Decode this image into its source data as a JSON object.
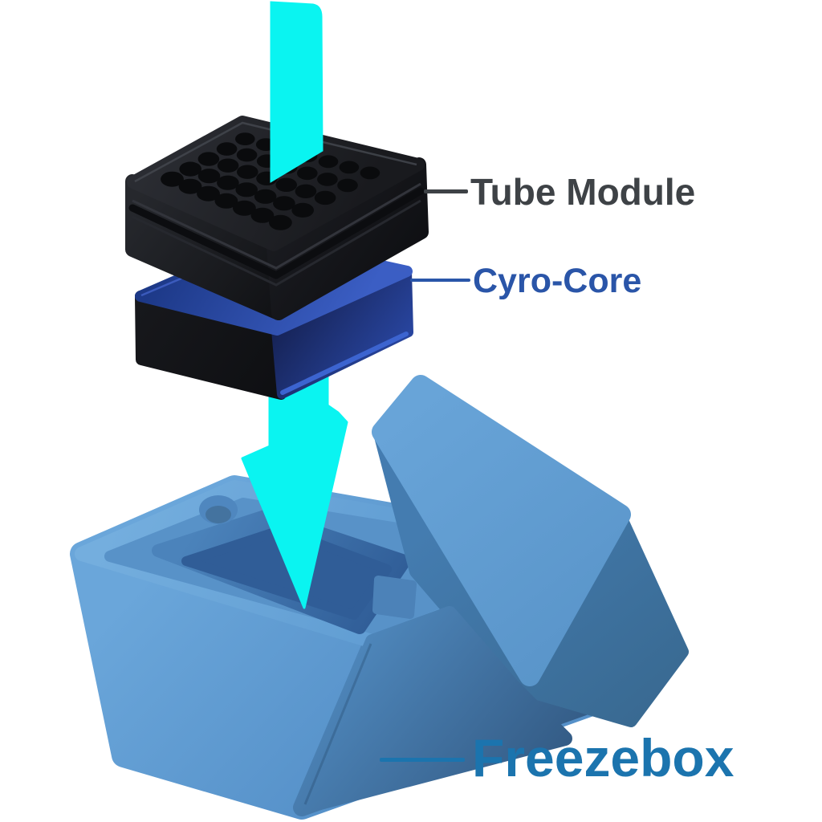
{
  "diagram": {
    "background_color": "#ffffff",
    "labels": {
      "tube_module": {
        "text": "Tube Module",
        "color": "#3e4246"
      },
      "cyro_core": {
        "text": "Cyro-Core",
        "color": "#2a55a8"
      },
      "freezebox": {
        "text": "Freezebox",
        "color": "#1b74ae"
      }
    },
    "leader_lines": {
      "tube_module": {
        "color": "#3e4246"
      },
      "cyro_core": {
        "color": "#2a56a9"
      },
      "freezebox": {
        "color": "#1b74ae"
      }
    },
    "arrows": {
      "name": "insert-direction-arrow",
      "color": "#0af4f1",
      "count": 2
    },
    "components": {
      "tube_module": {
        "body_color": "#1d1f23",
        "hole_grid": {
          "rows": 5,
          "cols": 7,
          "hole_color": "#0a0b0d"
        }
      },
      "cyro_core": {
        "top_color": "#26449c",
        "front_color": "#16171b",
        "side_color": "#1b2f74",
        "edge_highlight_color": "#3c64d0"
      },
      "freezebox_base": {
        "main_color": "#5f9cd2",
        "rim_color": "#6ca7db",
        "recess_color": "#5892c8",
        "cavity_color": "#35639d",
        "shadow_side_color": "#2e5177"
      },
      "freezebox_lid": {
        "top_color": "#5f9cd2",
        "side_color": "#4076a9"
      }
    }
  }
}
